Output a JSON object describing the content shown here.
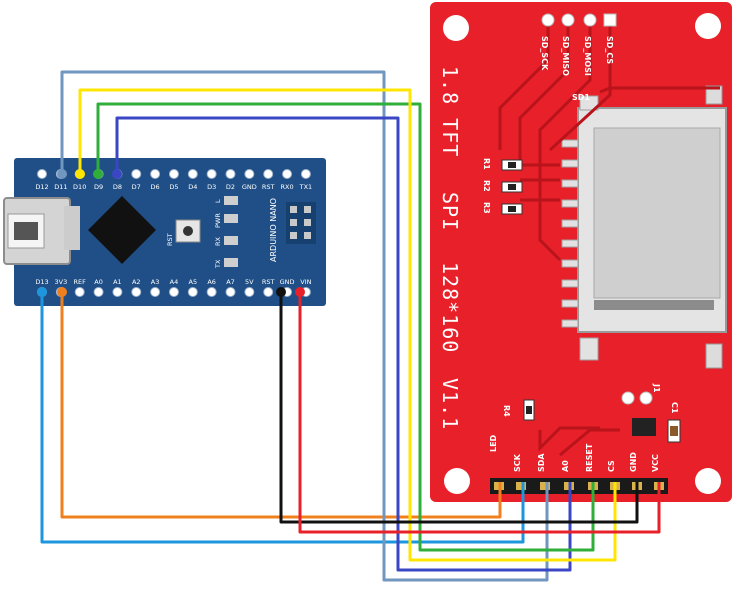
{
  "colors": {
    "nano_board": "#1f4f86",
    "tft_board": "#e8202a",
    "wire_led": "#f0801e",
    "wire_sck": "#1e96de",
    "wire_sda": "#7196c0",
    "wire_a0": "#3b46c4",
    "wire_reset": "#2fae3a",
    "wire_cs": "#ffe600",
    "wire_gnd": "#111111",
    "wire_vcc": "#e8202a"
  },
  "nano": {
    "top_pins": [
      "D12",
      "D11",
      "D10",
      "D9",
      "D8",
      "D7",
      "D6",
      "D5",
      "D4",
      "D3",
      "D2",
      "GND",
      "RST",
      "RX0",
      "TX1"
    ],
    "bottom_pins": [
      "D13",
      "3V3",
      "REF",
      "A0",
      "A1",
      "A2",
      "A3",
      "A4",
      "A5",
      "A6",
      "A7",
      "5V",
      "RST",
      "GND",
      "VIN"
    ],
    "board_text": "ARDUINO NANO",
    "rst_label": "RST",
    "led_labels": [
      "L",
      "PWR",
      "RX",
      "TX"
    ]
  },
  "tft": {
    "title_lines": [
      "1.8 TFT",
      "SPI",
      "128*160",
      "V1.1"
    ],
    "sd_pins": [
      "SD_SCK",
      "SD_MISO",
      "SD_MOSI",
      "SD_CS"
    ],
    "sd_label": "SD1",
    "resistors": [
      "R1",
      "R2",
      "R3"
    ],
    "r4_label": "R4",
    "j1_label": "J1",
    "c1_label": "C1",
    "header_pins": [
      "LED",
      "SCK",
      "SDA",
      "A0",
      "RESET",
      "CS",
      "GND",
      "VCC"
    ]
  }
}
